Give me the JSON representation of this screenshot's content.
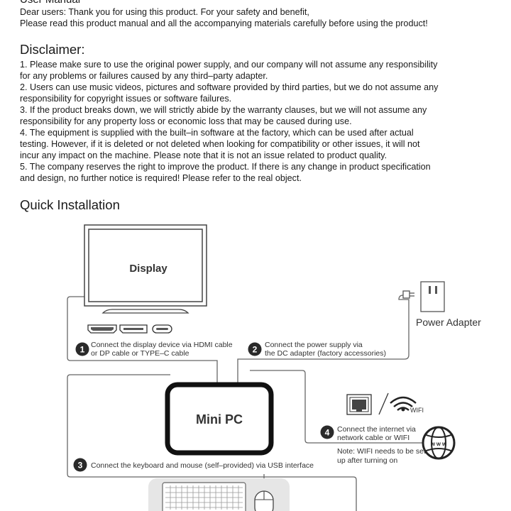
{
  "manual": {
    "clipped_title": "User Manual",
    "intro_lines": [
      "Dear users: Thank you for using this product. For your safety and benefit,",
      "Please read this product manual and all the accompanying materials carefully before using the product!"
    ],
    "disclaimer_heading": "Disclaimer:",
    "disclaimer_lines": [
      "1. Please make sure to use the original power supply, and our company will not assume any responsibility",
      "for any problems or failures caused by any third–party adapter.",
      "2. Users can use music videos, pictures and software provided by third parties, but we do not assume any",
      "responsibility for copyright issues or software failures.",
      "3. If the product breaks down, we will strictly abide by the warranty clauses, but we will not assume any",
      "responsibility for any property loss or economic loss that may be caused during use.",
      "4. The equipment is supplied with the built–in software at the factory, which can be used after actual",
      "testing. However, if it is deleted or not deleted when looking for compatibility or other issues, it will not",
      "incur any impact on the machine. Please note that it is not an issue related to product quality.",
      "5. The company reserves the right to improve the product. If there is any change in product specification",
      "and design, no further notice is required! Please refer to the real object."
    ],
    "quick_heading": "Quick Installation"
  },
  "diagram": {
    "display_label": "Display",
    "minipc_label": "Mini PC",
    "power_adapter_label": "Power Adapter",
    "wifi_label": "WIFI",
    "globe_label": "W W W",
    "steps": [
      {
        "number": "1",
        "lines": [
          "Connect the display device via HDMI cable",
          "or DP cable or TYPE–C cable"
        ]
      },
      {
        "number": "2",
        "lines": [
          "Connect the power supply via",
          "the DC adapter (factory accessories)"
        ]
      },
      {
        "number": "3",
        "lines": [
          "Connect the keyboard and mouse (self–provided) via USB interface"
        ]
      },
      {
        "number": "4",
        "lines": [
          "Connect the internet via",
          "network cable or WIFI"
        ]
      }
    ],
    "wifi_note": [
      "Note: WIFI needs to be set",
      "up after turning on"
    ]
  }
}
